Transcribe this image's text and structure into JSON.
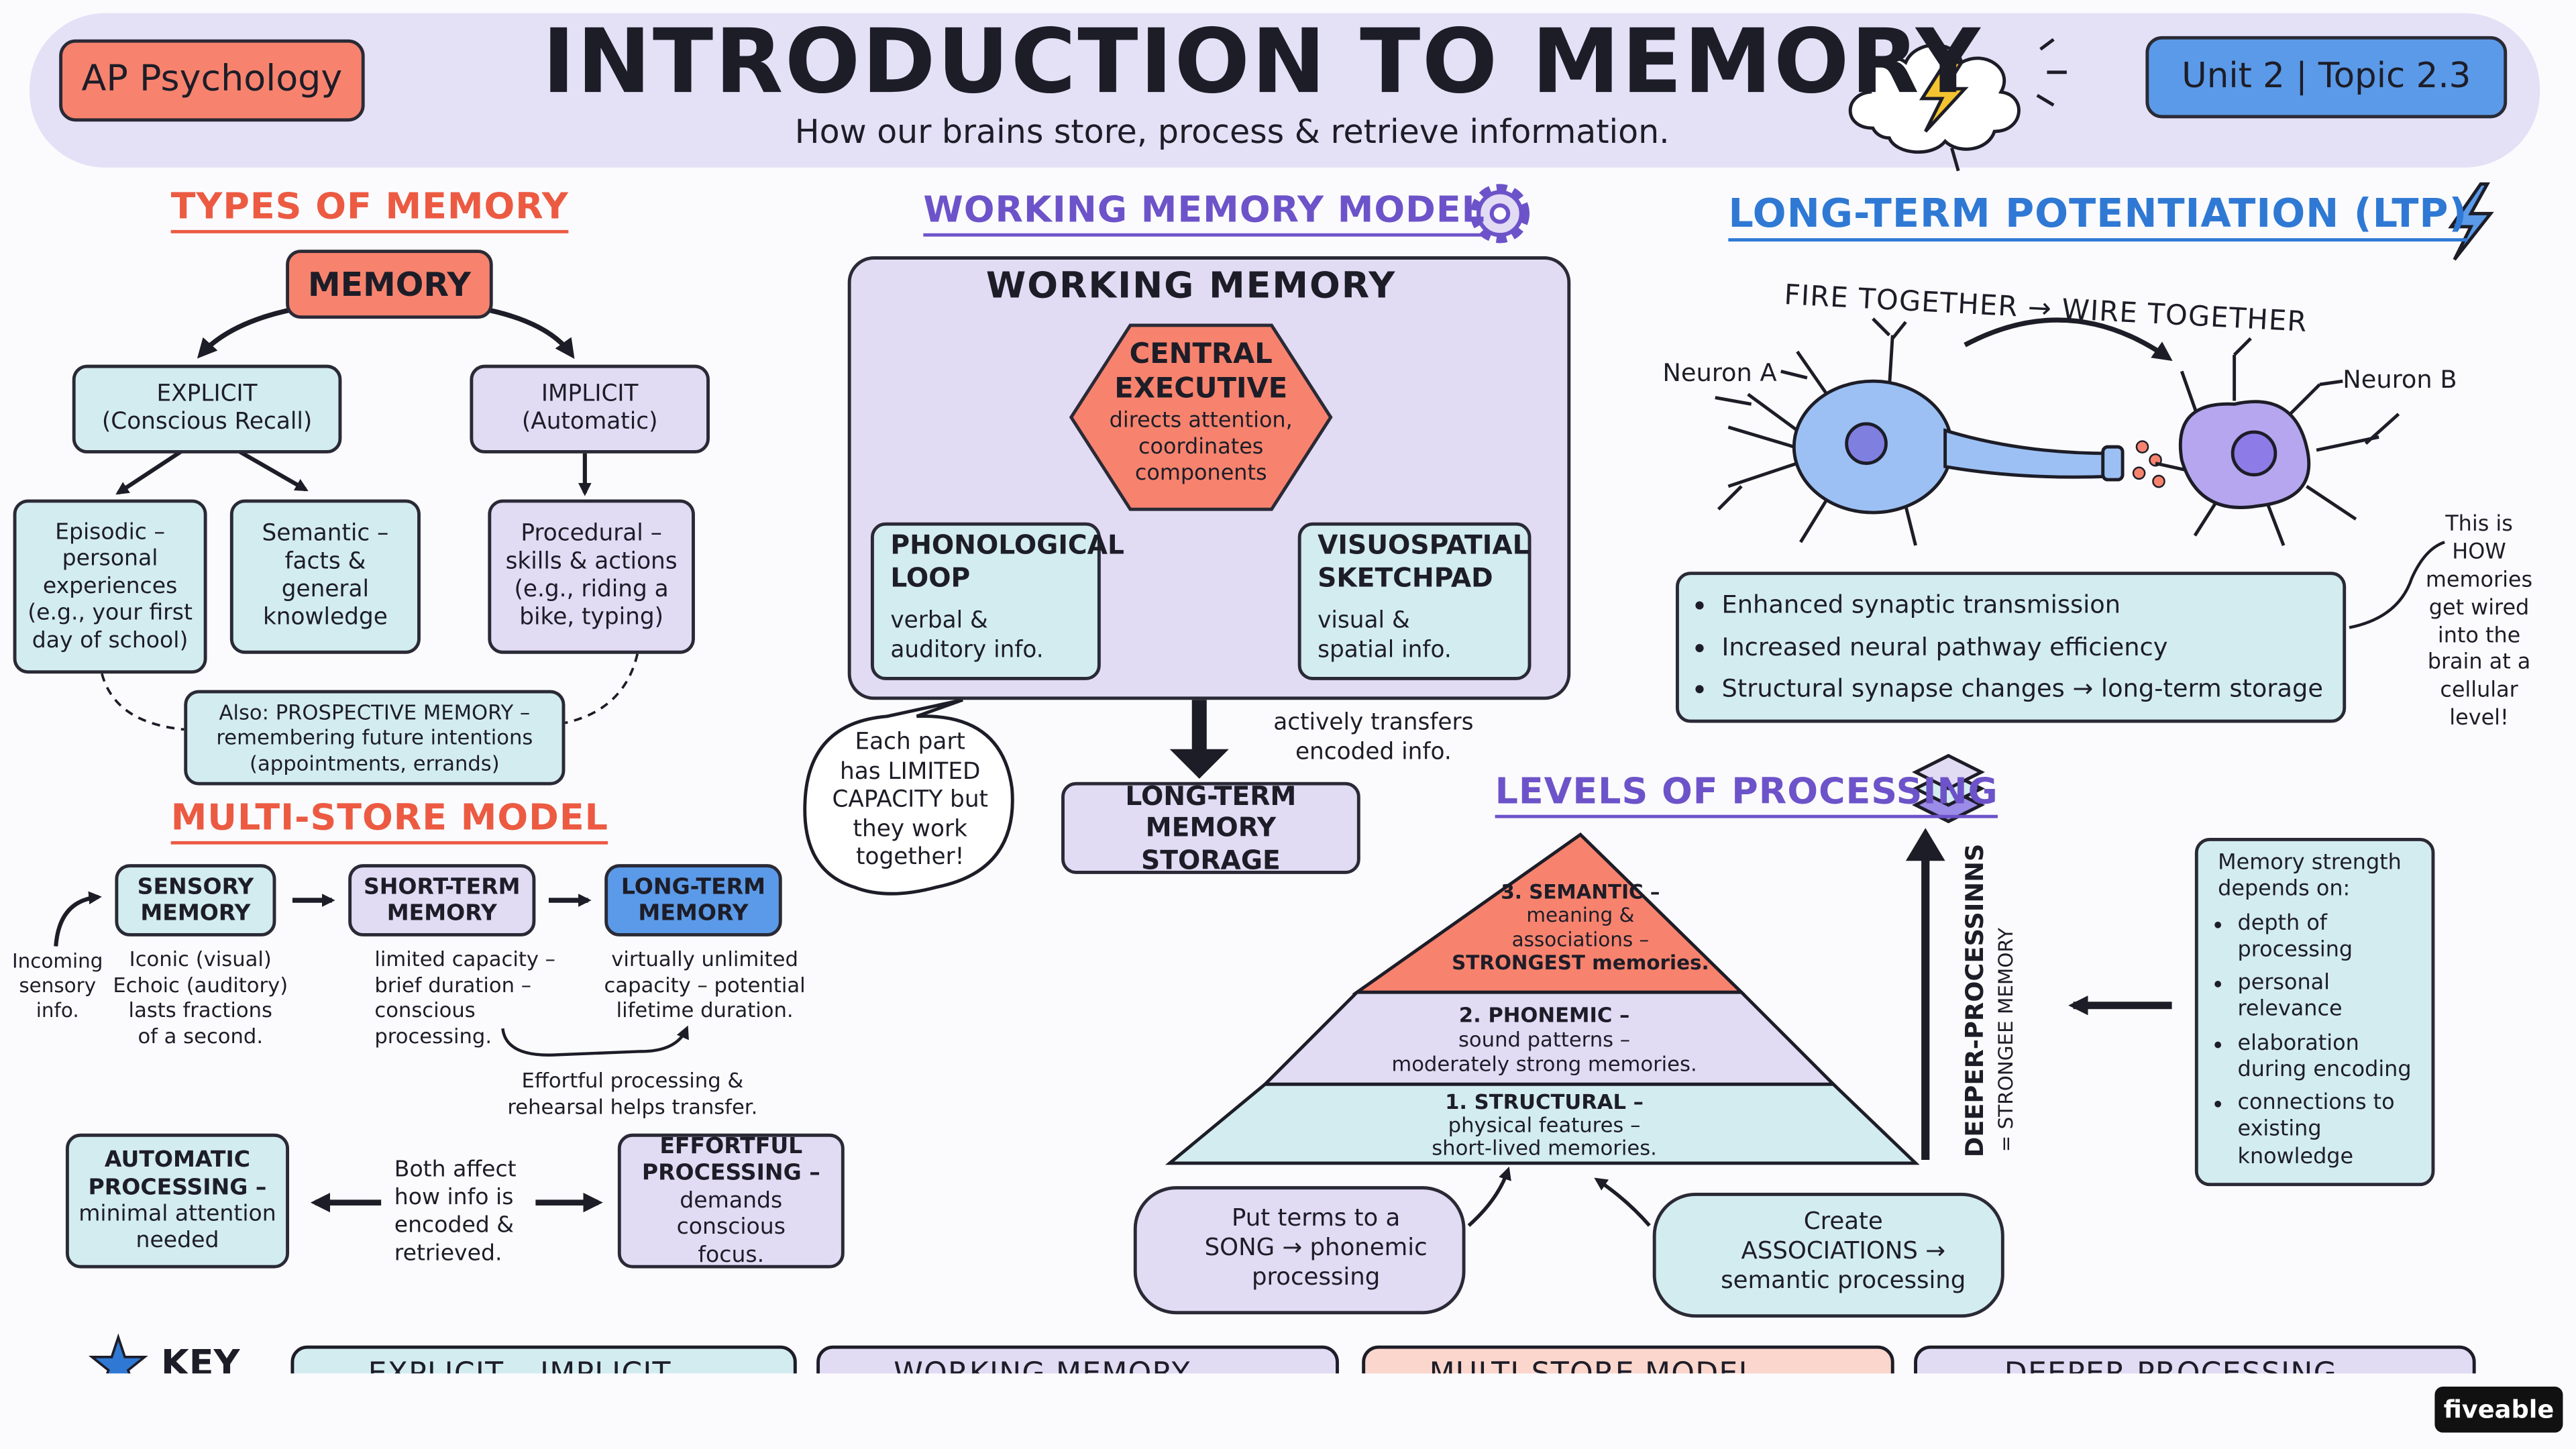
{
  "header": {
    "badge_left": "AP Psychology",
    "title": "INTRODUCTION TO MEMORY",
    "subtitle": "How our brains store, process & retrieve information.",
    "badge_right": "Unit 2 | Topic 2.3"
  },
  "types": {
    "heading": "TYPES OF MEMORY",
    "memory": "MEMORY",
    "explicit": [
      "EXPLICIT",
      "(Conscious Recall)"
    ],
    "implicit": [
      "IMPLICIT",
      "(Automatic)"
    ],
    "episodic": [
      "Episodic –",
      "personal",
      "experiences",
      "(e.g., your first",
      "day of school)"
    ],
    "semantic": [
      "Semantic –",
      "facts &",
      "general",
      "knowledge"
    ],
    "procedural": [
      "Procedural –",
      "skills & actions",
      "(e.g., riding a",
      "bike, typing)"
    ],
    "prospective": [
      "Also: PROSPECTIVE MEMORY –",
      "remembering future intentions",
      "(appointments, errands)"
    ]
  },
  "multistore": {
    "heading": "MULTI-STORE MODEL",
    "incoming": [
      "Incoming",
      "sensory",
      "info."
    ],
    "sensory": [
      "SENSORY",
      "MEMORY"
    ],
    "sensory_desc": [
      "Iconic (visual)",
      "Echoic (auditory)",
      "lasts fractions",
      "of a second."
    ],
    "short": [
      "SHORT-TERM",
      "MEMORY"
    ],
    "short_desc": [
      "limited capacity –",
      "brief duration –",
      "conscious",
      "processing."
    ],
    "long": [
      "LONG-TERM",
      "MEMORY"
    ],
    "long_desc": [
      "virtually unlimited",
      "capacity – potential",
      "lifetime duration."
    ],
    "effortful_note": [
      "Effortful processing &",
      "rehearsal helps transfer."
    ],
    "automatic": [
      "AUTOMATIC",
      "PROCESSING –",
      "minimal attention",
      "needed"
    ],
    "both": [
      "Both affect",
      "how info is",
      "encoded &",
      "retrieved."
    ],
    "effortful": [
      "EFFORTFUL",
      "PROCESSING –",
      "demands conscious",
      "focus."
    ]
  },
  "working": {
    "heading": "WORKING MEMORY MODEL",
    "box_title": "WORKING MEMORY",
    "central": [
      "CENTRAL",
      "EXECUTIVE"
    ],
    "central_desc": [
      "directs attention,",
      "coordinates",
      "components"
    ],
    "phono": [
      "PHONOLOGICAL",
      "LOOP"
    ],
    "phono_desc": [
      "verbal &",
      "auditory info."
    ],
    "visuo": [
      "VISUOSPATIAL",
      "SKETCHPAD"
    ],
    "visuo_desc": [
      "visual &",
      "spatial info."
    ],
    "bubble": [
      "Each part",
      "has LIMITED",
      "CAPACITY but",
      "they work",
      "together!"
    ],
    "transfer": [
      "actively transfers",
      "encoded info."
    ],
    "ltm": [
      "LONG-TERM",
      "MEMORY STORAGE"
    ]
  },
  "ltp": {
    "heading": "LONG-TERM POTENTIATION (LTP)",
    "fire": "FIRE TOGETHER → WIRE TOGETHER",
    "neuron_a": "Neuron A",
    "neuron_b": "Neuron B",
    "bullets": [
      "Enhanced synaptic transmission",
      "Increased neural pathway efficiency",
      "Structural synapse changes → long-term storage"
    ],
    "side_note": [
      "This is",
      "HOW",
      "memories",
      "get wired",
      "into the",
      "brain at a",
      "cellular",
      "level!"
    ]
  },
  "levels": {
    "heading": "LEVELS OF PROCESSING",
    "semantic": [
      "3. SEMANTIC –",
      "meaning &",
      "associations –",
      "STRONGEST memories."
    ],
    "phonemic": [
      "2. PHONEMIC –",
      "sound patterns –",
      "moderately strong memories."
    ],
    "structural": [
      "1. STRUCTURAL –",
      "physical features –",
      "short-lived memories."
    ],
    "deeper": "DEEPER-PROCESSINNS",
    "stronger": "= STRONGEE MEMORY",
    "song": [
      "Put terms to a",
      "SONG → phonemic",
      "processing"
    ],
    "assoc": [
      "Create",
      "ASSOCIATIONS →",
      "semantic processing"
    ],
    "strength_title": [
      "Memory strength",
      "depends on:"
    ],
    "strength_items": [
      [
        "depth of",
        "processing"
      ],
      [
        "personal",
        "relevance"
      ],
      [
        "elaboration",
        "during encoding"
      ],
      [
        "connections to",
        "existing",
        "knowledge"
      ]
    ]
  },
  "key": {
    "label": "KEY",
    "items": [
      "EXPLICIT – IMPLICIT –",
      "WORKING MEMORY",
      "MULTI-STORE MODEL",
      "DEEPER PROCESSING –"
    ]
  },
  "brand": "fiveable",
  "colors": {
    "salmon": "#f7836e",
    "teal": "#d3ecef",
    "lavender": "#e2dbf4",
    "blue": "#5b9ae8",
    "red_heading": "#ec5a42",
    "purple_heading": "#6d53c9",
    "blue_heading": "#2f79d4"
  }
}
